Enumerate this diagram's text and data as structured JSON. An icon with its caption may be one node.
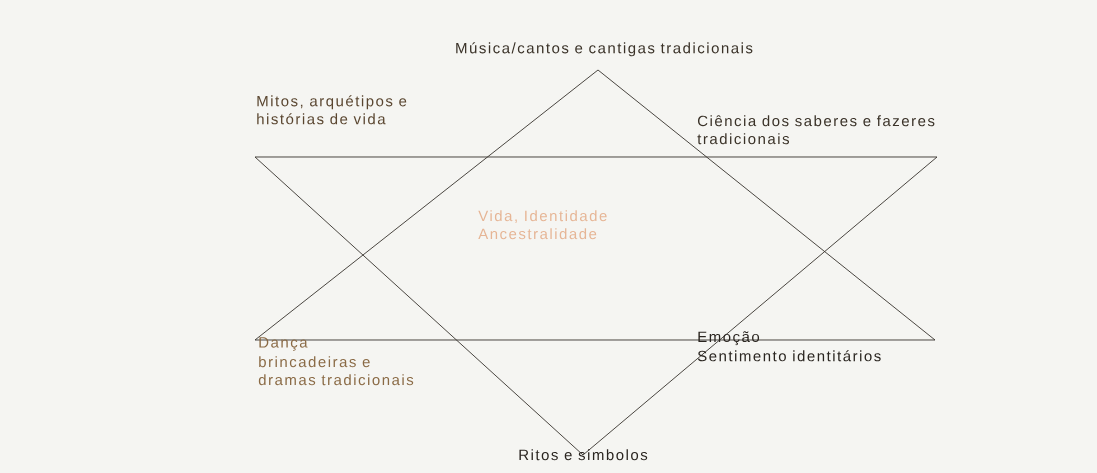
{
  "diagram": {
    "labels": [
      "Música/cantos e cantigas tradicionais",
      "Mitos, arquétipos e histórias de vida",
      "Ciência dos saberes e fazeres tradicionais",
      "Vida, Identidade Ancestralidade",
      "Dança",
      "brincadeiras e dramas tradicionais",
      "Emoção",
      "Sentimento identitários",
      "Ritos e simbolos"
    ]
  }
}
